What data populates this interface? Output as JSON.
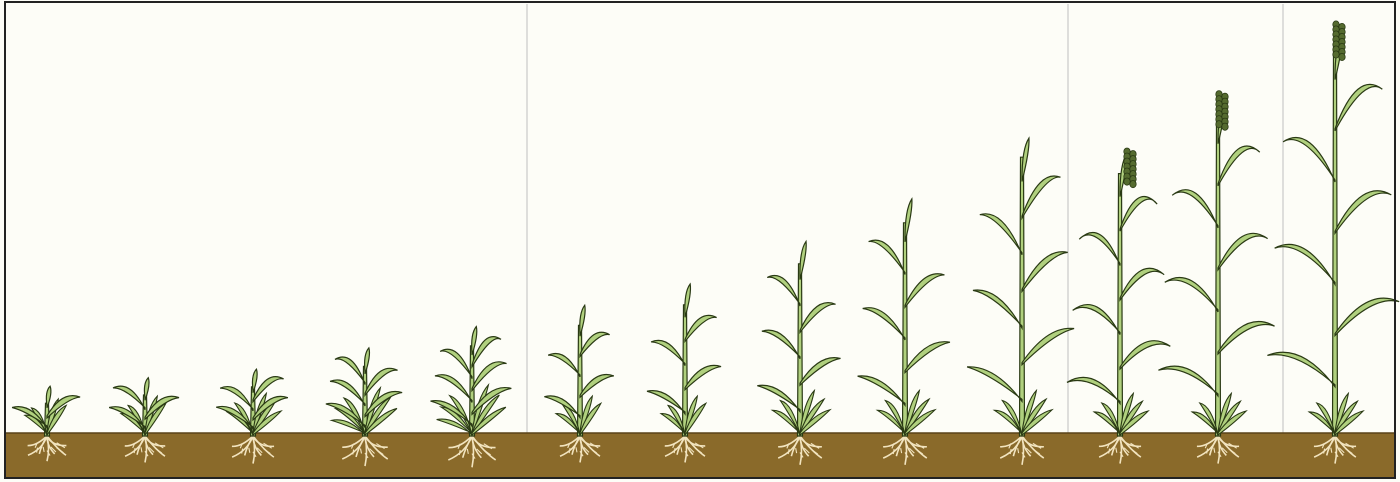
{
  "colors": {
    "background": "#fdfdf7",
    "soil": "#8a6a2a",
    "soil_edge": "#5a4318",
    "root": "#f2e4bf",
    "leaf_fill": "#b0d07e",
    "leaf_stroke": "#2a3a14",
    "seed_head": "#556b2f",
    "divider": "#c9c9c9",
    "frame": "#222222"
  },
  "panels": [
    {
      "name": "panel-1",
      "stages": [
        {
          "name": "growth-stage-1",
          "stem_height": 0.08,
          "leaves": 2,
          "bush": 0.5
        },
        {
          "name": "growth-stage-2",
          "stem_height": 0.1,
          "leaves": 3,
          "bush": 0.6
        },
        {
          "name": "growth-stage-3",
          "stem_height": 0.12,
          "leaves": 4,
          "bush": 0.7
        },
        {
          "name": "growth-stage-4",
          "stem_height": 0.17,
          "leaves": 5,
          "bush": 0.9
        },
        {
          "name": "growth-stage-5",
          "stem_height": 0.22,
          "leaves": 6,
          "bush": 1.0
        }
      ]
    },
    {
      "name": "panel-2",
      "stages": [
        {
          "name": "growth-stage-6",
          "stem_height": 0.27,
          "leaves": 4,
          "bush": 0.6
        },
        {
          "name": "growth-stage-7",
          "stem_height": 0.32,
          "leaves": 4,
          "bush": 0.6
        },
        {
          "name": "growth-stage-8",
          "stem_height": 0.42,
          "leaves": 5,
          "bush": 0.8
        },
        {
          "name": "growth-stage-9",
          "stem_height": 0.52,
          "leaves": 5,
          "bush": 0.8
        },
        {
          "name": "growth-stage-10",
          "stem_height": 0.68,
          "leaves": 6,
          "bush": 0.8
        }
      ]
    },
    {
      "name": "panel-3",
      "stages": [
        {
          "name": "growth-stage-11",
          "stem_height": 0.64,
          "leaves": 6,
          "bush": 0.7,
          "head": true
        },
        {
          "name": "growth-stage-12",
          "stem_height": 0.78,
          "leaves": 6,
          "bush": 0.7,
          "head": true
        }
      ]
    },
    {
      "name": "panel-4",
      "stages": [
        {
          "name": "growth-stage-13",
          "stem_height": 0.95,
          "leaves": 6,
          "bush": 0.7,
          "head": true
        }
      ]
    }
  ]
}
